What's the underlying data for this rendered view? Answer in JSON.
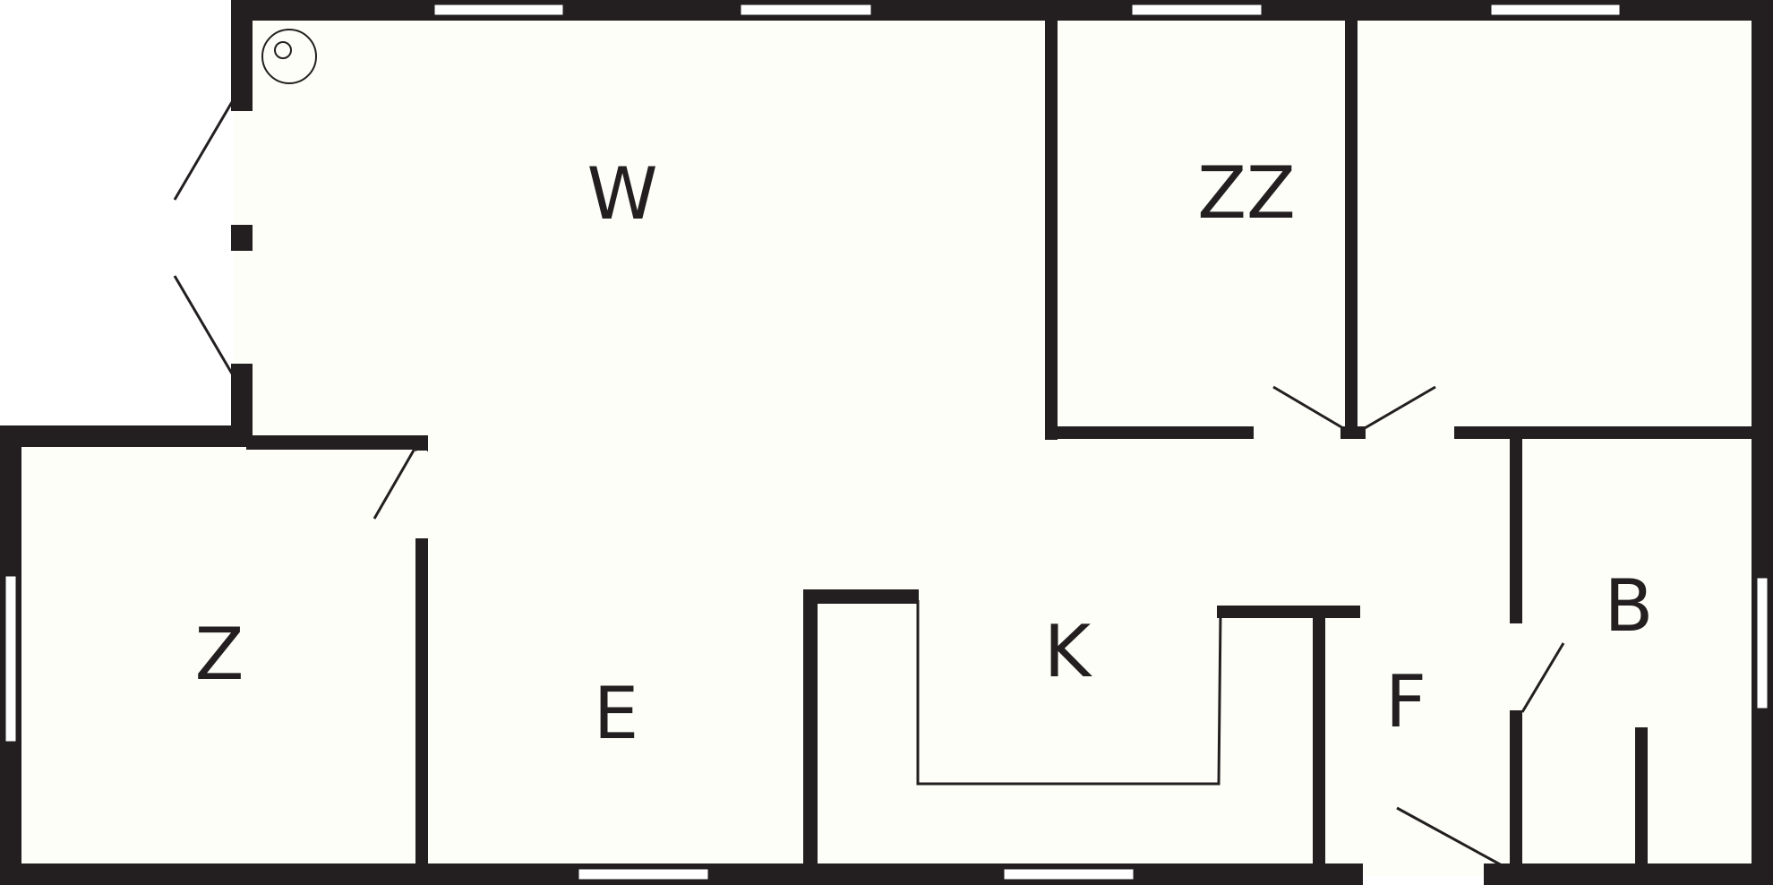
{
  "plan": {
    "colors": {
      "floor": "#fdfef7",
      "wall": "#231f20",
      "window": "#ffffff",
      "background": "#ffffff"
    },
    "rooms": {
      "w": "W",
      "zz": "ZZ",
      "z": "Z",
      "e": "E",
      "k": "K",
      "f": "F",
      "b": "B"
    },
    "fixtures": [
      "boiler-icon",
      "door-swing-icon",
      "window-icon",
      "kitchen-counter"
    ]
  }
}
